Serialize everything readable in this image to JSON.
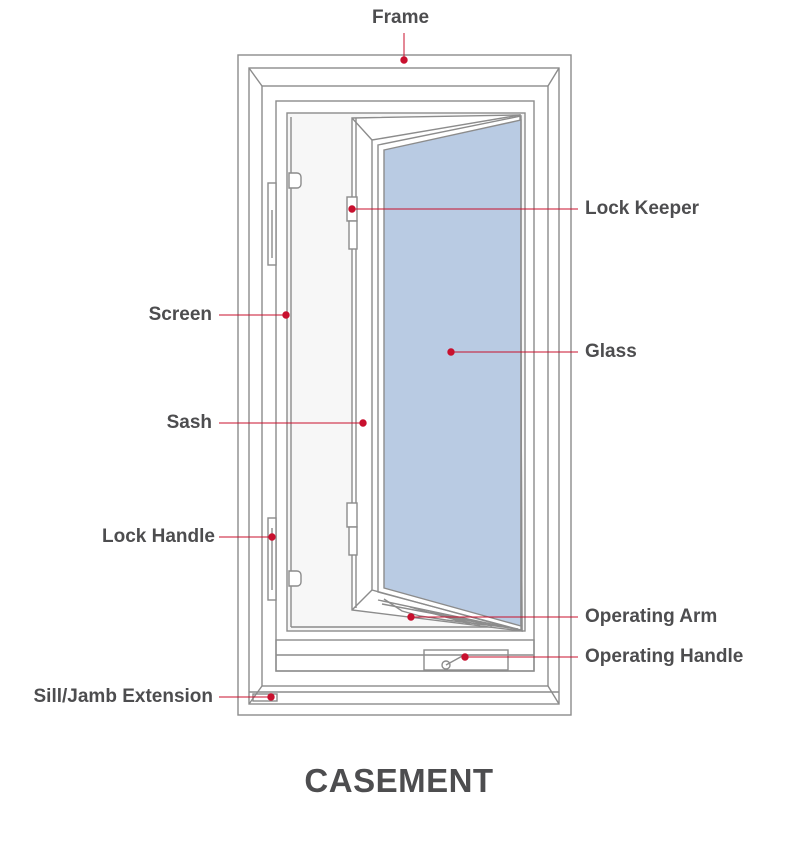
{
  "labels": {
    "frame": "Frame",
    "lock_keeper": "Lock Keeper",
    "screen": "Screen",
    "glass": "Glass",
    "sash": "Sash",
    "lock_handle": "Lock Handle",
    "operating_arm": "Operating Arm",
    "operating_handle": "Operating Handle",
    "sill_jamb_extension": "Sill/Jamb Extension"
  },
  "caption": "CASEMENT",
  "colors": {
    "leader": "#c8102e",
    "outline": "#8c8c8c",
    "glass": "#b9cbe3",
    "screen": "#f7f7f7",
    "text": "#4d4d4f"
  }
}
